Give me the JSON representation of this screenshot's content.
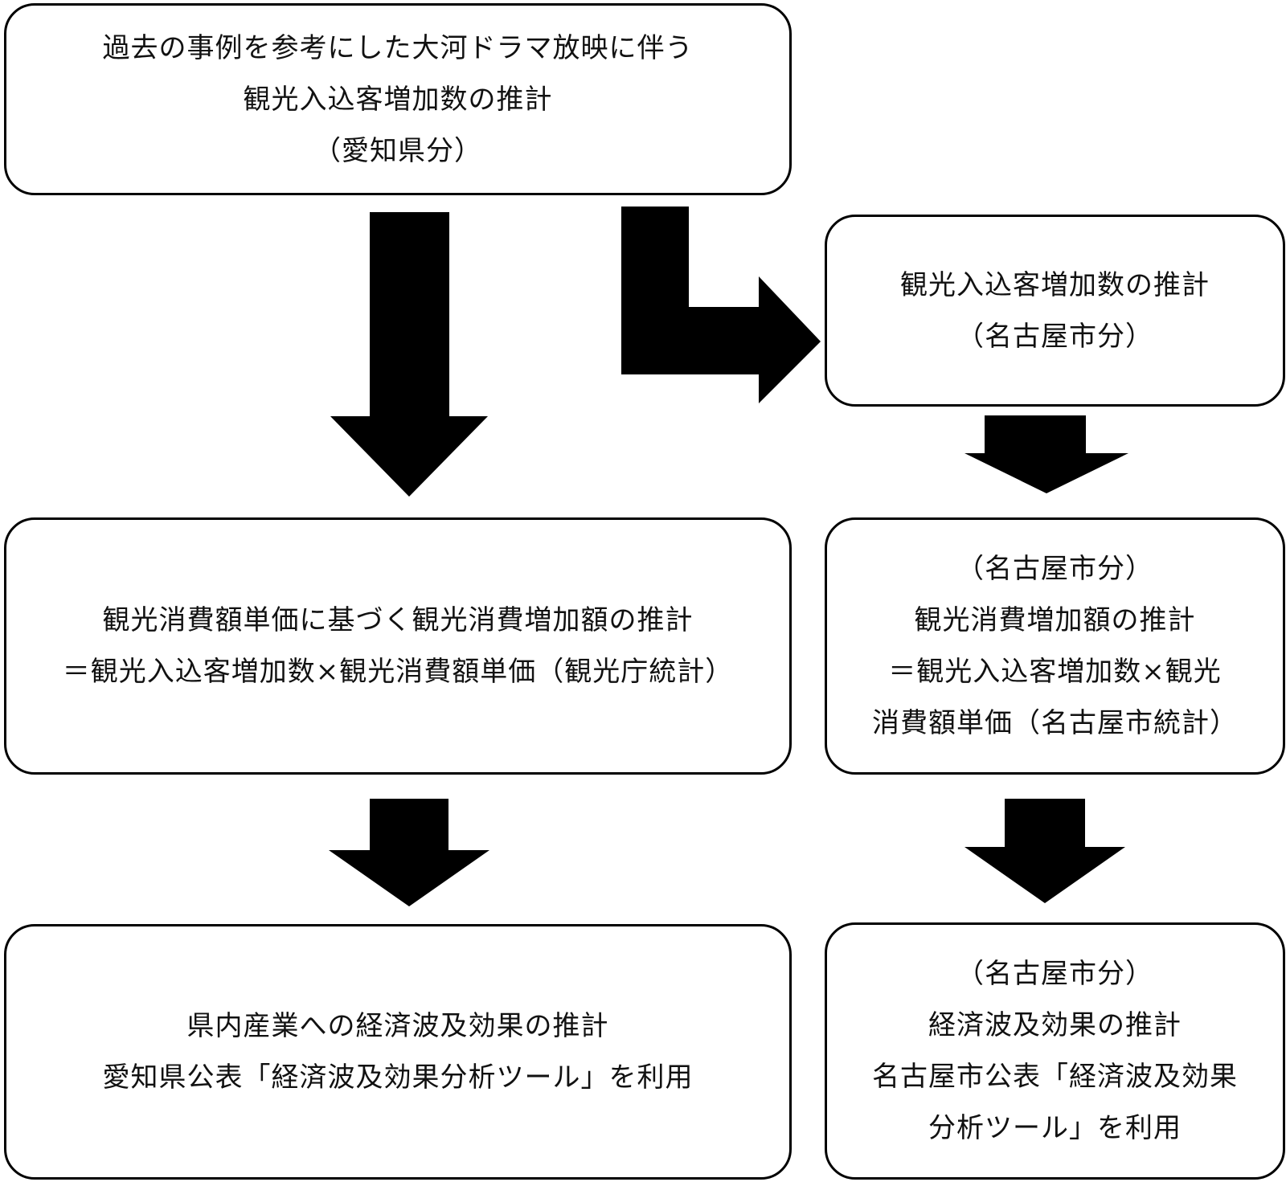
{
  "boxes": {
    "top": {
      "lines": [
        "過去の事例を参考にした大河ドラマ放映に伴う",
        "観光入込客増加数の推計",
        "（愛知県分）"
      ]
    },
    "nagoya_visitors": {
      "lines": [
        "観光入込客増加数の推計",
        "（名古屋市分）"
      ]
    },
    "aichi_consumption": {
      "lines": [
        "観光消費額単価に基づく観光消費増加額の推計",
        "＝観光入込客増加数×観光消費額単価（観光庁統計）"
      ]
    },
    "nagoya_consumption": {
      "lines": [
        "（名古屋市分）",
        "観光消費増加額の推計",
        "＝観光入込客増加数×観光",
        "消費額単価（名古屋市統計）"
      ]
    },
    "aichi_ripple": {
      "lines": [
        "県内産業への経済波及効果の推計",
        "愛知県公表「経済波及効果分析ツール」を利用"
      ]
    },
    "nagoya_ripple": {
      "lines": [
        "（名古屋市分）",
        "経済波及効果の推計",
        "名古屋市公表「経済波及効果",
        "分析ツール」を利用"
      ]
    }
  }
}
